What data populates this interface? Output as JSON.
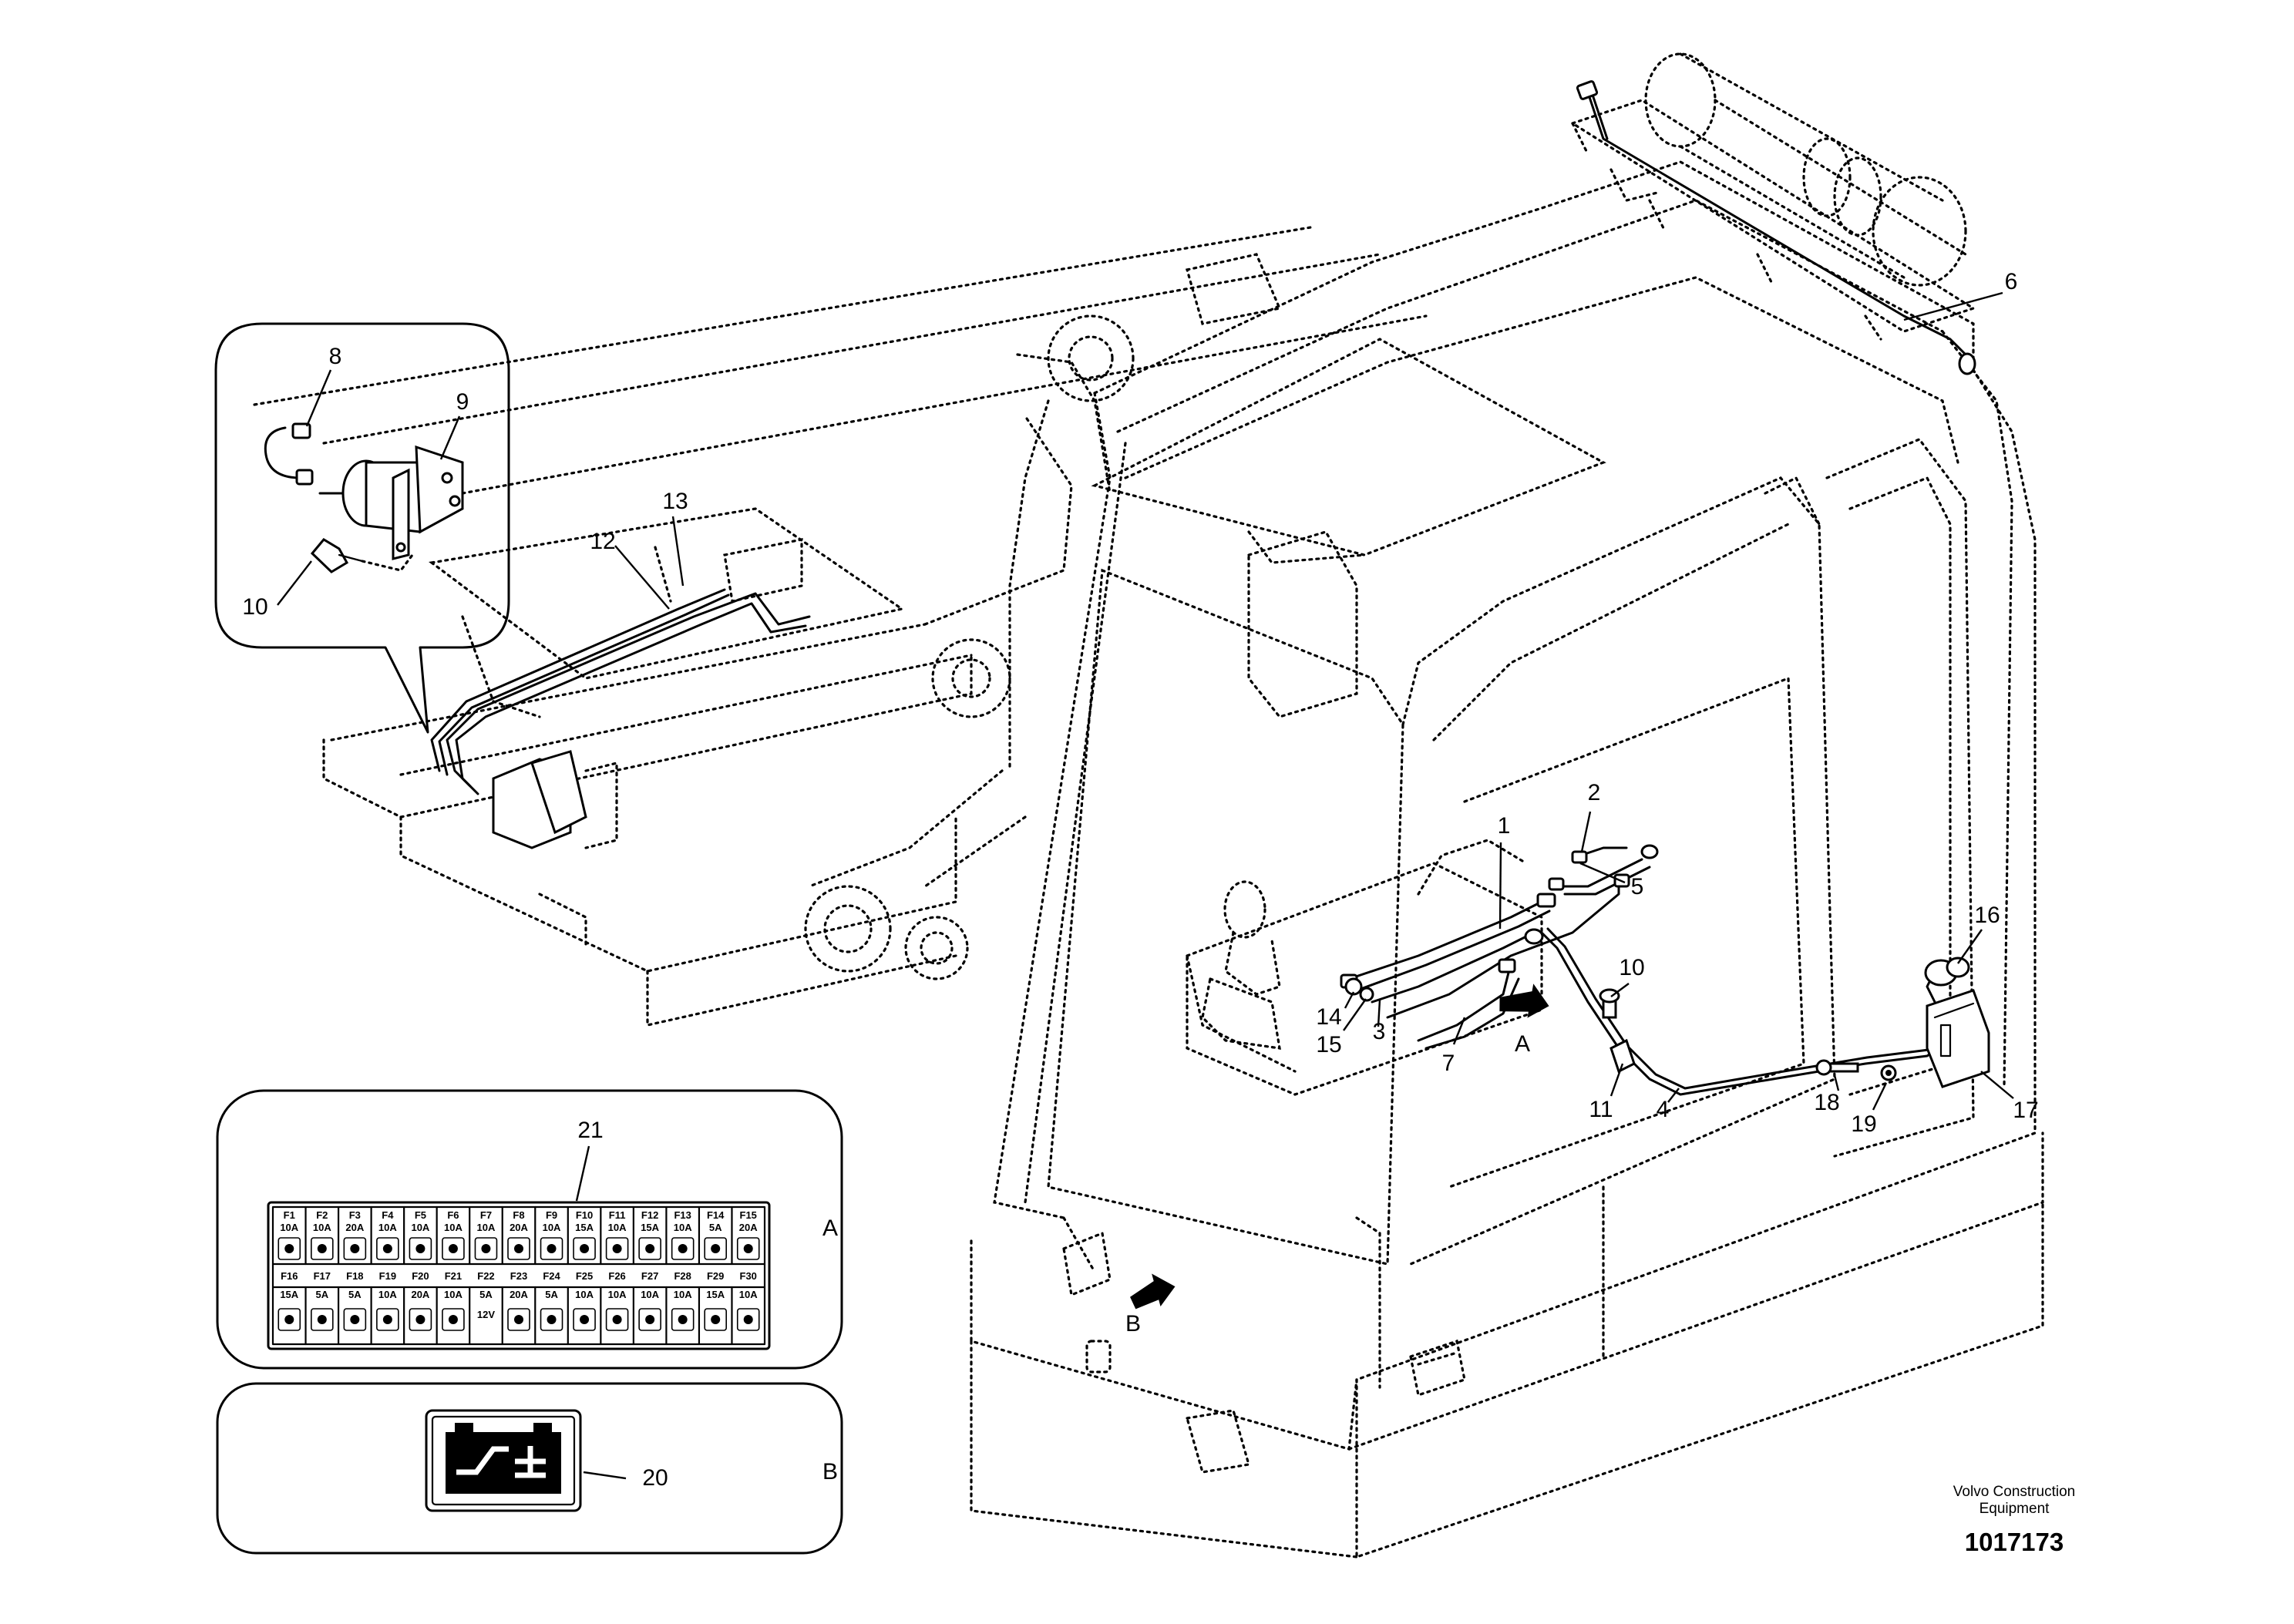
{
  "diagram": {
    "callouts": [
      "1",
      "2",
      "3",
      "4",
      "5",
      "6",
      "7",
      "8",
      "9",
      "10",
      "10",
      "11",
      "12",
      "13",
      "14",
      "15",
      "16",
      "17",
      "18",
      "19",
      "20",
      "21"
    ],
    "view_labels": {
      "panel_a": "A",
      "panel_b": "B",
      "arrow_a": "A",
      "arrow_b": "B"
    },
    "fuse_label": {
      "top_header": [
        "F1",
        "F2",
        "F3",
        "F4",
        "F5",
        "F6",
        "F7",
        "F8",
        "F9",
        "F10",
        "F11",
        "F12",
        "F13",
        "F14",
        "F15"
      ],
      "top_amps": [
        "10A",
        "10A",
        "20A",
        "10A",
        "10A",
        "10A",
        "10A",
        "20A",
        "10A",
        "15A",
        "10A",
        "15A",
        "10A",
        "5A",
        "20A"
      ],
      "bottom_header": [
        "F16",
        "F17",
        "F18",
        "F19",
        "F20",
        "F21",
        "F22",
        "F23",
        "F24",
        "F25",
        "F26",
        "F27",
        "F28",
        "F29",
        "F30"
      ],
      "bottom_amps": [
        "15A",
        "5A",
        "5A",
        "10A",
        "20A",
        "10A",
        "5A",
        "20A",
        "5A",
        "10A",
        "10A",
        "10A",
        "10A",
        "15A",
        "10A"
      ],
      "voltage_label": "12V"
    },
    "credit": {
      "line1": "Volvo Construction",
      "line2": "Equipment"
    },
    "part_number": "1017173"
  }
}
